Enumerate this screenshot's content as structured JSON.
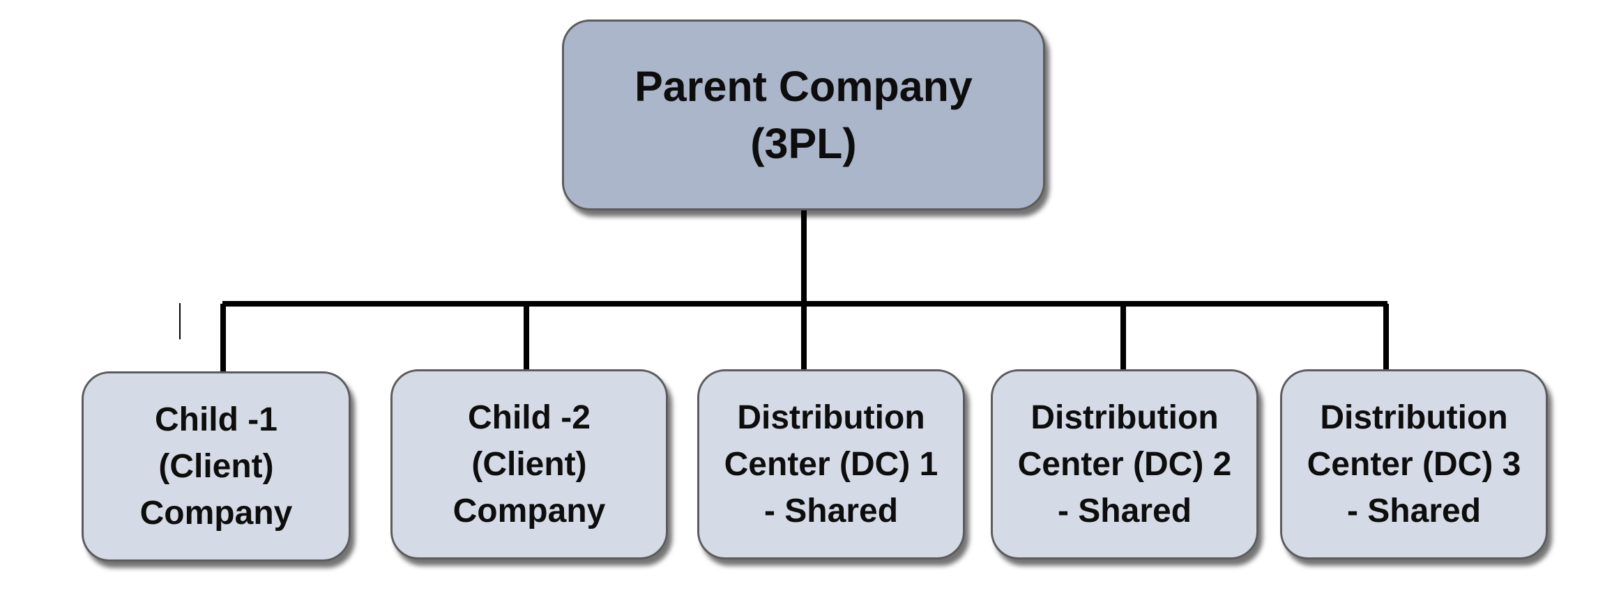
{
  "parent": {
    "line1": "Parent Company",
    "line2": "(3PL)"
  },
  "children": [
    {
      "line1": "Child -1",
      "line2": "(Client)",
      "line3": "Company"
    },
    {
      "line1": "Child -2",
      "line2": "(Client)",
      "line3": "Company"
    },
    {
      "line1": "Distribution",
      "line2": "Center (DC) 1",
      "line3": "- Shared"
    },
    {
      "line1": "Distribution",
      "line2": "Center (DC) 2",
      "line3": "- Shared"
    },
    {
      "line1": "Distribution",
      "line2": "Center (DC) 3",
      "line3": "- Shared"
    }
  ],
  "colors": {
    "parent_fill": "#abb6ca",
    "child_fill": "#d5dbe6",
    "border": "#5c5c5c",
    "connector": "#000000"
  }
}
